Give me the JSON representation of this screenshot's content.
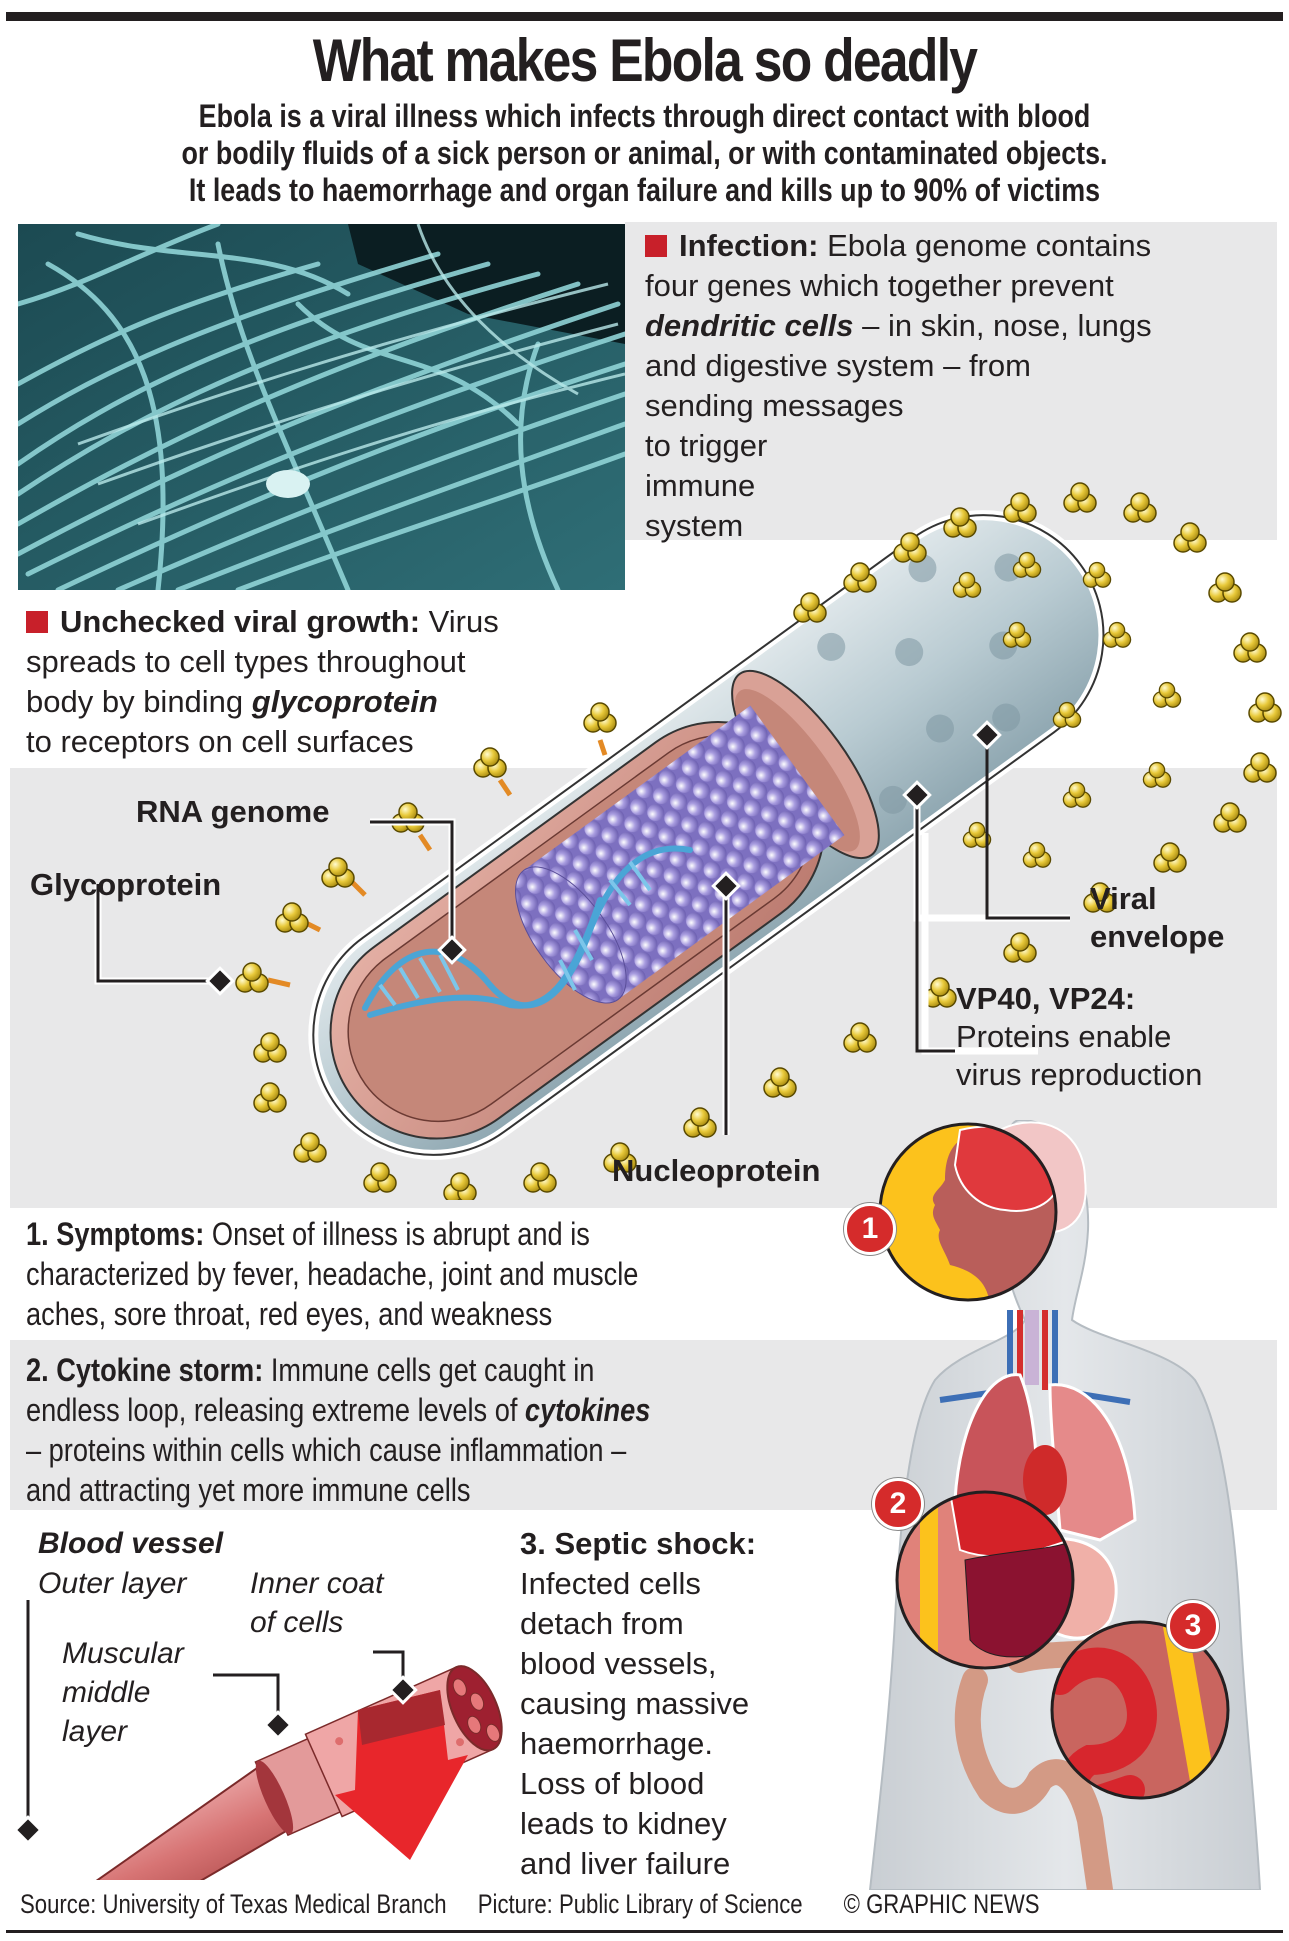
{
  "header": {
    "title": "What makes Ebola so deadly",
    "subtitle_lines": [
      "Ebola is a viral illness which infects through direct contact with blood",
      "or bodily fluids of a sick person or animal, or with contaminated objects.",
      "It leads to haemorrhage and organ failure and kills up to 90% of victims"
    ]
  },
  "infection": {
    "heading": "Infection:",
    "lines": [
      "Ebola genome contains",
      "four genes which together prevent",
      "dendritic cells",
      "– in skin, nose, lungs",
      "and digestive system – from",
      "sending messages",
      "to trigger",
      "immune",
      "system"
    ]
  },
  "unchecked": {
    "heading": "Unchecked viral growth:",
    "lines": [
      "Virus",
      "spreads to cell types throughout",
      "body by binding",
      "glycoprotein",
      "to receptors on cell surfaces"
    ]
  },
  "virus_labels": {
    "rna": "RNA genome",
    "glycoprotein": "Glycoprotein",
    "viral_envelope": [
      "Viral",
      "envelope"
    ],
    "vp": "VP40, VP24:",
    "vp_desc": [
      "Proteins enable",
      "virus reproduction"
    ],
    "nucleoprotein": "Nucleoprotein"
  },
  "stages": {
    "symptoms": {
      "heading": "1. Symptoms:",
      "lines": [
        "Onset of illness is abrupt and is",
        "characterized by fever, headache, joint and muscle",
        "aches, sore throat, red eyes, and weakness"
      ]
    },
    "cytokine": {
      "heading": "2. Cytokine storm:",
      "lines": [
        "Immune cells get caught in",
        "endless loop, releasing extreme levels of",
        "cytokines",
        "– proteins within cells which cause inflammation –",
        "and attracting yet more immune cells"
      ]
    },
    "septic": {
      "heading": "3. Septic shock:",
      "lines": [
        "Infected cells",
        "detach from",
        "blood vessels,",
        "causing massive",
        "haemorrhage.",
        "Loss of blood",
        "leads to kidney",
        "and liver failure"
      ]
    }
  },
  "blood_vessel": {
    "title": "Blood vessel",
    "outer": "Outer layer",
    "inner": [
      "Inner coat",
      "of cells"
    ],
    "muscular": [
      "Muscular",
      "middle",
      "layer"
    ]
  },
  "badges": [
    "1",
    "2",
    "3"
  ],
  "footer": {
    "source": "Source: University of Texas Medical Branch",
    "picture": "Picture: Public Library of Science",
    "credit": "© GRAPHIC NEWS"
  },
  "colors": {
    "accent_red": "#c8202a",
    "panel_gray": "#e8e8e9",
    "text": "#231f20",
    "glycoprotein_yellow": "#e8c93a",
    "nucleoprotein_purple": "#8f83c9",
    "rna_blue": "#5fb3dc"
  }
}
